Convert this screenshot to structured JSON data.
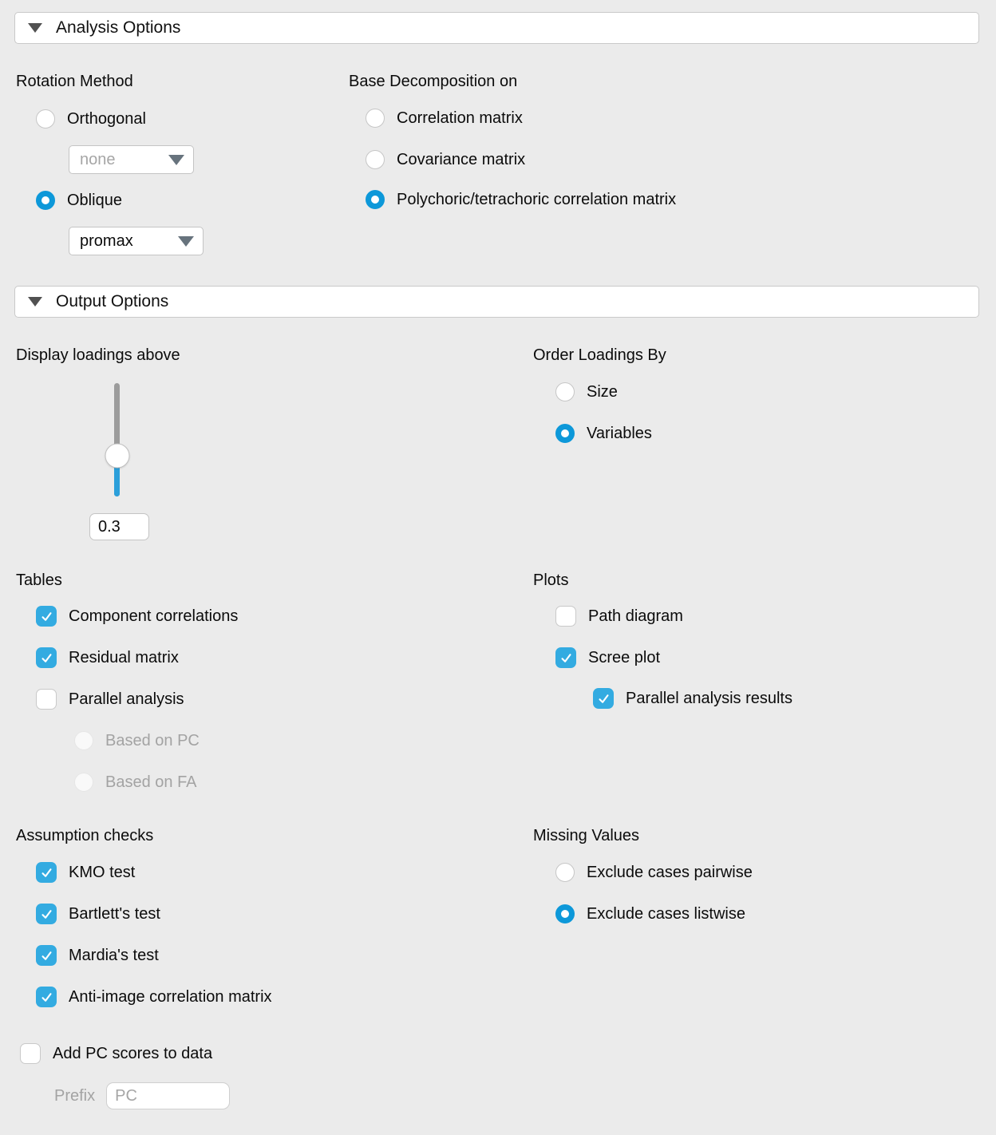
{
  "analysis": {
    "header": "Analysis Options",
    "rotation": {
      "title": "Rotation Method",
      "orthogonal": {
        "label": "Orthogonal",
        "selected": false
      },
      "orthogonal_dropdown": {
        "value": "none",
        "disabled": true
      },
      "oblique": {
        "label": "Oblique",
        "selected": true
      },
      "oblique_dropdown": {
        "value": "promax",
        "disabled": false
      }
    },
    "decomposition": {
      "title": "Base Decomposition on",
      "options": [
        {
          "label": "Correlation matrix",
          "selected": false
        },
        {
          "label": "Covariance matrix",
          "selected": false
        },
        {
          "label": "Polychoric/tetrachoric correlation matrix",
          "selected": true
        }
      ]
    }
  },
  "output": {
    "header": "Output Options",
    "display_loadings": {
      "title": "Display loadings above",
      "value": "0.3"
    },
    "order_loadings": {
      "title": "Order Loadings By",
      "options": [
        {
          "label": "Size",
          "selected": false
        },
        {
          "label": "Variables",
          "selected": true
        }
      ]
    },
    "tables": {
      "title": "Tables",
      "items": [
        {
          "label": "Component correlations",
          "checked": true
        },
        {
          "label": "Residual matrix",
          "checked": true
        },
        {
          "label": "Parallel analysis",
          "checked": false
        }
      ],
      "parallel_options": [
        {
          "label": "Based on PC",
          "selected": false,
          "disabled": true
        },
        {
          "label": "Based on FA",
          "selected": false,
          "disabled": true
        }
      ]
    },
    "plots": {
      "title": "Plots",
      "items": [
        {
          "label": "Path diagram",
          "checked": false
        },
        {
          "label": "Scree plot",
          "checked": true
        }
      ],
      "sub_items": [
        {
          "label": "Parallel analysis results",
          "checked": true
        }
      ]
    },
    "assumptions": {
      "title": "Assumption checks",
      "items": [
        {
          "label": "KMO test",
          "checked": true
        },
        {
          "label": "Bartlett's test",
          "checked": true
        },
        {
          "label": "Mardia's test",
          "checked": true
        },
        {
          "label": "Anti-image correlation matrix",
          "checked": true
        }
      ]
    },
    "missing": {
      "title": "Missing Values",
      "options": [
        {
          "label": "Exclude cases pairwise",
          "selected": false
        },
        {
          "label": "Exclude cases listwise",
          "selected": true
        }
      ]
    },
    "pc_scores": {
      "label": "Add PC scores to data",
      "checked": false,
      "prefix_label": "Prefix",
      "prefix_value": "PC"
    }
  },
  "colors": {
    "background": "#ebebeb",
    "checkbox_blue": "#33abe1",
    "radio_blue": "#0d98d9",
    "slider_blue": "#2b9fda",
    "slider_gray": "#9c9c9c"
  }
}
